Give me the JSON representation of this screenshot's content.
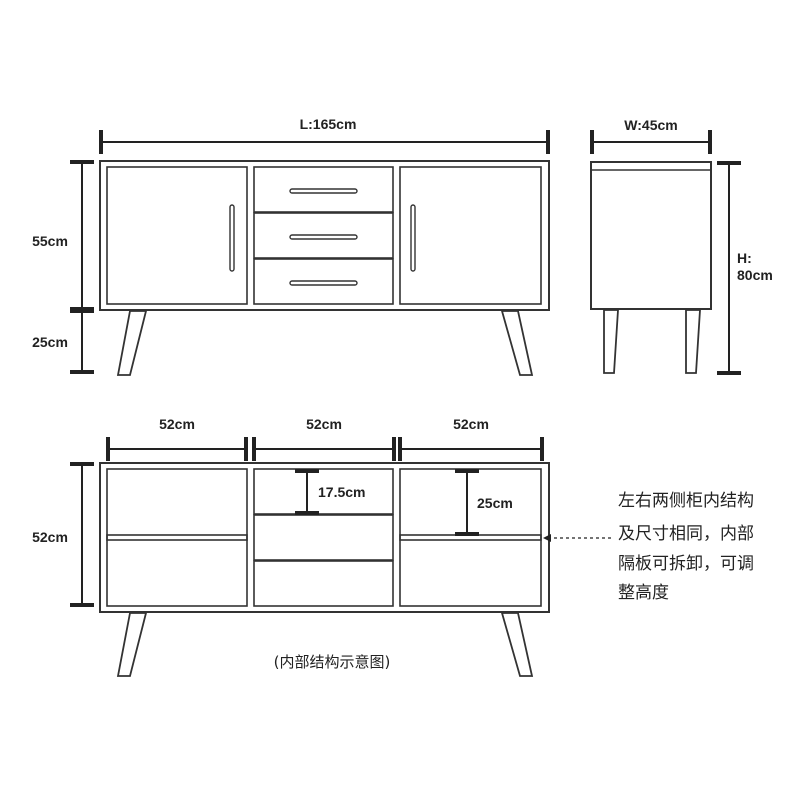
{
  "front_view": {
    "length_label": "L:165cm",
    "body_height_label": "55cm",
    "leg_height_label": "25cm"
  },
  "side_view": {
    "width_label": "W:45cm",
    "height_label_line1": "H:",
    "height_label_line2": "80cm"
  },
  "interior_view": {
    "left_width_label": "52cm",
    "middle_width_label": "52cm",
    "right_width_label": "52cm",
    "height_label": "52cm",
    "drawer_height_label": "17.5cm",
    "shelf_height_label": "25cm",
    "note_lines": [
      "左右两侧柜内结构",
      "及尺寸相同，内部",
      "隔板可拆卸，可调",
      "整高度"
    ],
    "caption": "(内部结构示意图)"
  }
}
